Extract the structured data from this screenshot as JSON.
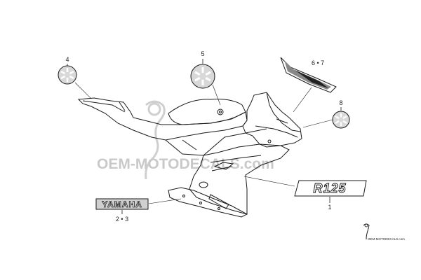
{
  "callouts": {
    "c4": "4",
    "c5": "5",
    "c67": "6 • 7",
    "c8": "8",
    "c1": "1",
    "c23": "2 • 3"
  },
  "decals": {
    "yamaha_text": "YAMAHA",
    "r125_text": "R125"
  },
  "watermark": {
    "main": "OEM-MOTODECALS.com",
    "small": "OEM-MOTODECALS.com"
  },
  "colors": {
    "line": "#1a1a1a",
    "watermark": "#c9c9c9"
  }
}
